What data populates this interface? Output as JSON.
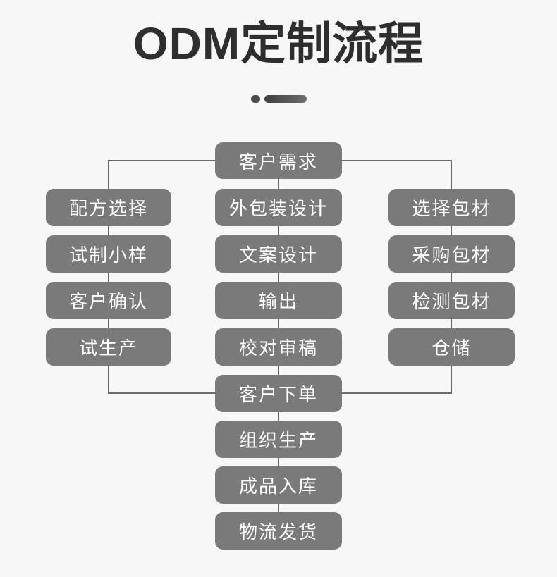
{
  "title": "ODM定制流程",
  "colors": {
    "background": "#f7f7f7",
    "node_bg": "#7a7a7a",
    "node_text": "#ffffff",
    "line": "#6a6a6a",
    "title": "#2e2e2e"
  },
  "flow": {
    "top": "客户需求",
    "left_column": [
      "配方选择",
      "试制小样",
      "客户确认",
      "试生产"
    ],
    "middle_column": [
      "外包装设计",
      "文案设计",
      "输出",
      "校对审稿"
    ],
    "right_column": [
      "选择包材",
      "采购包材",
      "检测包材",
      "仓储"
    ],
    "bottom_column": [
      "客户下单",
      "组织生产",
      "成品入库",
      "物流发货"
    ]
  }
}
